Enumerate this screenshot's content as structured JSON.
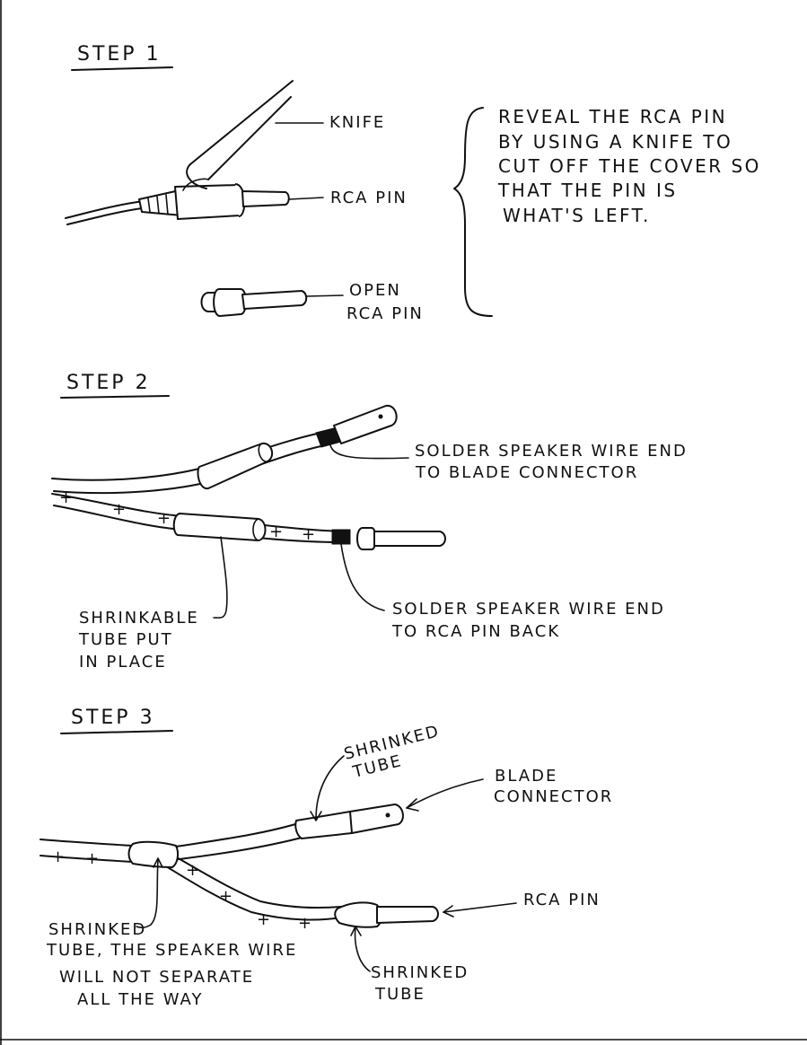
{
  "step1": {
    "heading": "STEP 1",
    "labels": {
      "knife": "KNIFE",
      "rca_pin": "RCA PIN",
      "open_rca_pin": [
        "OPEN",
        "RCA PIN"
      ]
    },
    "note": [
      "REVEAL THE RCA PIN",
      "BY USING A KNIFE TO",
      "CUT OFF THE COVER SO",
      "THAT THE PIN IS",
      "WHAT'S LEFT."
    ]
  },
  "step2": {
    "heading": "STEP 2",
    "labels": {
      "solder_blade": [
        "SOLDER SPEAKER WIRE END",
        "TO BLADE CONNECTOR"
      ],
      "solder_rca": [
        "SOLDER SPEAKER WIRE END",
        "TO RCA PIN BACK"
      ],
      "shrinkable_tube": [
        "SHRINKABLE",
        "TUBE PUT",
        "IN PLACE"
      ]
    }
  },
  "step3": {
    "heading": "STEP 3",
    "labels": {
      "shrinked_tube_top": [
        "SHRINKED",
        "TUBE"
      ],
      "blade_connector": [
        "BLADE",
        "CONNECTOR"
      ],
      "rca_pin": "RCA PIN",
      "shrinked_tube_junction": [
        "SHRINKED",
        "TUBE, THE SPEAKER WIRE",
        "WILL NOT SEPARATE",
        "ALL THE WAY"
      ],
      "shrinked_tube_bottom": [
        "SHRINKED",
        "TUBE"
      ]
    }
  },
  "polarity_mark": "+"
}
